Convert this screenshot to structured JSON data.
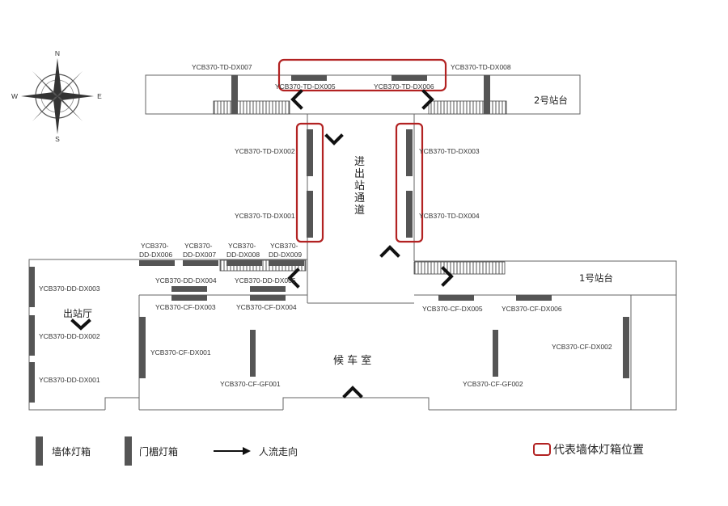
{
  "compass": {
    "n": "N",
    "s": "S",
    "e": "E",
    "w": "W"
  },
  "labels": {
    "td007": "YCB370-TD-DX007",
    "td008": "YCB370-TD-DX008",
    "td005": "YCB370-TD-DX005",
    "td006": "YCB370-TD-DX006",
    "td002": "YCB370-TD-DX002",
    "td001": "YCB370-TD-DX001",
    "td003": "YCB370-TD-DX003",
    "td004": "YCB370-TD-DX004",
    "dd006": [
      "YCB370-",
      "DD-DX006"
    ],
    "dd007": [
      "YCB370-",
      "DD-DX007"
    ],
    "dd008": [
      "YCB370-",
      "DD-DX008"
    ],
    "dd009": [
      "YCB370-",
      "DD-DX009"
    ],
    "dd004": "YCB370-DD-DX004",
    "dd005": "YCB370-DD-DX005",
    "dd003": "YCB370-DD-DX003",
    "dd002": "YCB370-DD-DX002",
    "dd001": "YCB370-DD-DX001",
    "cf003": "YCB370-CF-DX003",
    "cf004": "YCB370-CF-DX004",
    "cf005": "YCB370-CF-DX005",
    "cf006": "YCB370-CF-DX006",
    "cf001": "YCB370-CF-DX001",
    "cf002": "YCB370-CF-DX002",
    "gf001": "YCB370-CF-GF001",
    "gf002": "YCB370-CF-GF002"
  },
  "areas": {
    "platform2": "2号站台",
    "platform1": "1号站台",
    "passage": [
      "进",
      "出",
      "站",
      "通",
      "道"
    ],
    "exit_hall": "出站厅",
    "waiting_room": "候 车 室"
  },
  "legend": {
    "wall_box": "墙体灯箱",
    "door_box": "门楣灯箱",
    "flow": "人流走向",
    "highlight": "代表墙体灯箱位置"
  },
  "colors": {
    "highlight": "#b22222",
    "box": "#555555",
    "line": "#555555"
  }
}
